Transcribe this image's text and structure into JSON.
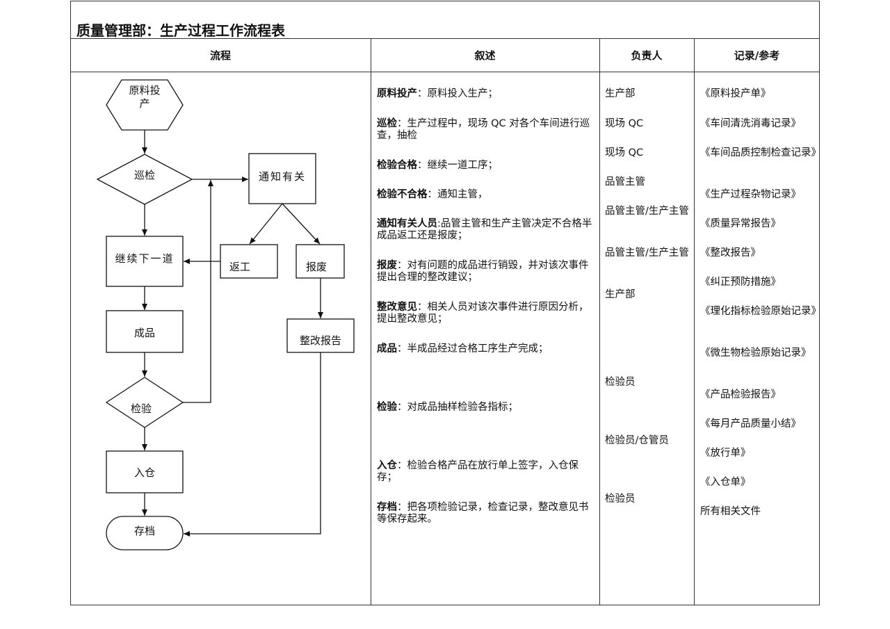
{
  "title": "质量管理部：生产过程工作流程表",
  "headers": {
    "flow": "流程",
    "narrative": "叙述",
    "owner": "负责人",
    "records": "记录/参考"
  },
  "flowchart": {
    "start_line1": "原料投",
    "start_line2": "产",
    "patrol": "巡检",
    "notify": "通知有关",
    "continue": "继续下一道",
    "rework": "返工",
    "scrap": "报废",
    "finished": "成品",
    "report": "整改报告",
    "inspect": "检验",
    "warehouse": "入仓",
    "archive": "存档"
  },
  "narrative": [
    {
      "key": "原料投产",
      "sep": "：",
      "text": "原料投入生产；"
    },
    {
      "key": "巡检",
      "sep": "：",
      "text": "生产过程中，现场 QC 对各个车间进行巡查，抽检"
    },
    {
      "key": "检验合格",
      "sep": "：",
      "text": "继续一道工序；"
    },
    {
      "key": "检验不合格",
      "sep": "：",
      "text": "通知主管，"
    },
    {
      "key": "通知有关人员",
      "sep": ":",
      "text": "品管主管和生产主管决定不合格半成品返工还是报废；"
    },
    {
      "key": "报废",
      "sep": "：",
      "text": "对有问题的成品进行销毁，并对该次事件提出合理的整改建议；"
    },
    {
      "key": "整改意见",
      "sep": "：",
      "text": "相关人员对该次事件进行原因分析，提出整改意见；"
    },
    {
      "key": "成品",
      "sep": "：",
      "text": "半成品经过合格工序生产完成；"
    },
    {
      "key": "检验",
      "sep": "：",
      "text": "对成品抽样检验各指标；"
    },
    {
      "key": "入仓",
      "sep": "：",
      "text": "检验合格产品在放行单上签字，入仓保存；"
    },
    {
      "key": "存档",
      "sep": "：",
      "text": "把各项检验记录，检查记录，整改意见书等保存起来。"
    }
  ],
  "owners": [
    "生产部",
    "现场 QC",
    "现场 QC",
    "品管主管",
    "品管主管/生产主管",
    "品管主管/生产主管",
    "生产部",
    "检验员",
    "检验员/仓管员",
    "检验员"
  ],
  "records": [
    "《原料投产单》",
    "《车间清洗消毒记录》",
    "《车间品质控制检查记录》",
    "《生产过程杂物记录》",
    "《质量异常报告》",
    "《整改报告》",
    "《纠正预防措施》",
    "《理化指标检验原始记录》",
    "《微生物检验原始记录》",
    "《产品检验报告》",
    "《每月产品质量小结》",
    "《放行单》",
    "《入仓单》",
    "所有相关文件"
  ]
}
